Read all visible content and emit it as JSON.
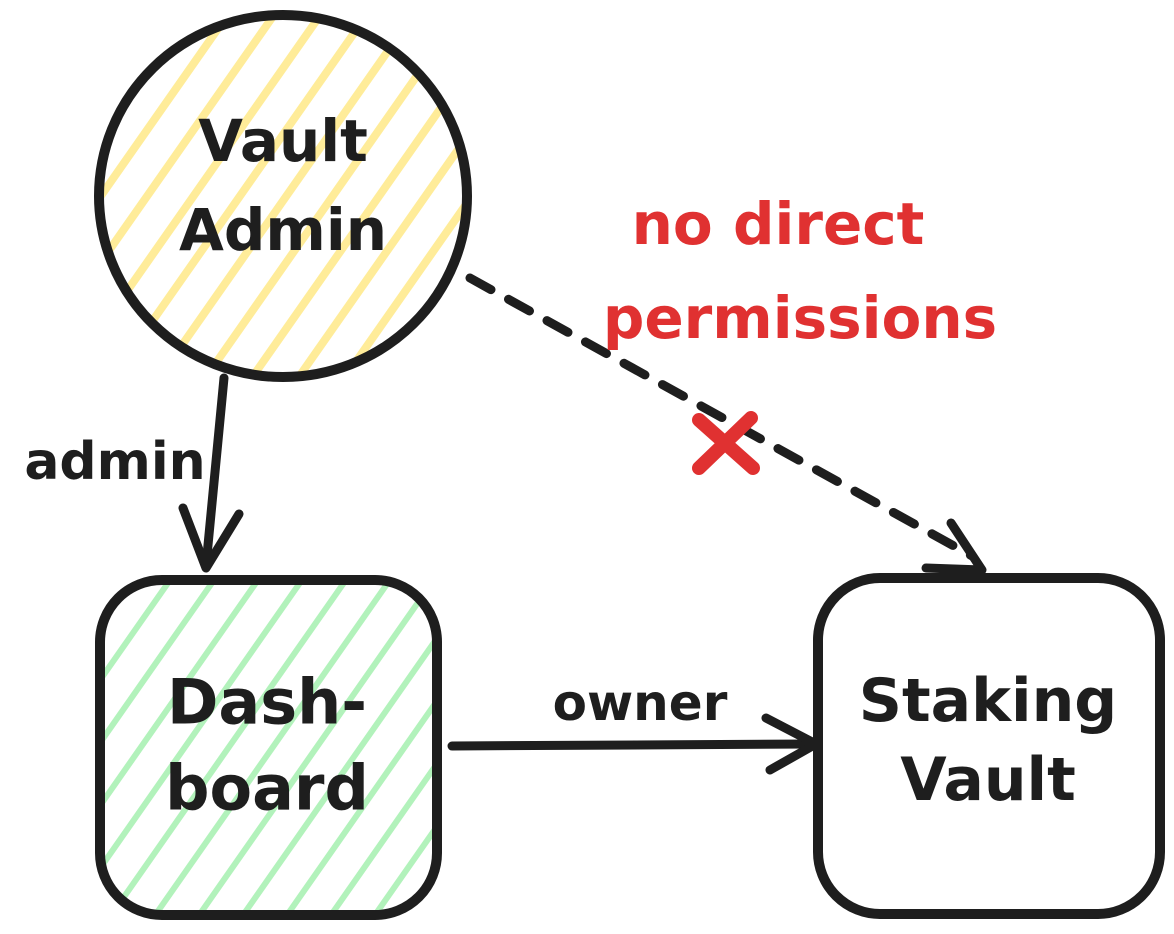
{
  "diagram": {
    "type": "hand-drawn-flow-diagram",
    "colors": {
      "stroke": "#1e1e1e",
      "yellow_hatch": "#ffec99",
      "green_hatch": "#b2f2bb",
      "red": "#e03131",
      "background": "#ffffff"
    },
    "nodes": [
      {
        "id": "vault-admin",
        "shape": "circle",
        "fill": "yellow-hatch",
        "label_line1": "Vault",
        "label_line2": "Admin"
      },
      {
        "id": "dashboard",
        "shape": "rounded-rect",
        "fill": "green-hatch",
        "label_line1": "Dash-",
        "label_line2": "board"
      },
      {
        "id": "staking-vault",
        "shape": "rounded-rect",
        "fill": "white",
        "label_line1": "Staking",
        "label_line2": "Vault"
      }
    ],
    "edges": [
      {
        "id": "admin-edge",
        "from": "vault-admin",
        "to": "dashboard",
        "style": "solid-arrow",
        "label": "admin"
      },
      {
        "id": "owner-edge",
        "from": "dashboard",
        "to": "staking-vault",
        "style": "solid-arrow",
        "label": "owner"
      },
      {
        "id": "no-direct-edge",
        "from": "vault-admin",
        "to": "staking-vault",
        "style": "dashed-arrow",
        "annotation": "x-mark",
        "label_line1": "no direct",
        "label_line2": "permissions"
      }
    ]
  }
}
